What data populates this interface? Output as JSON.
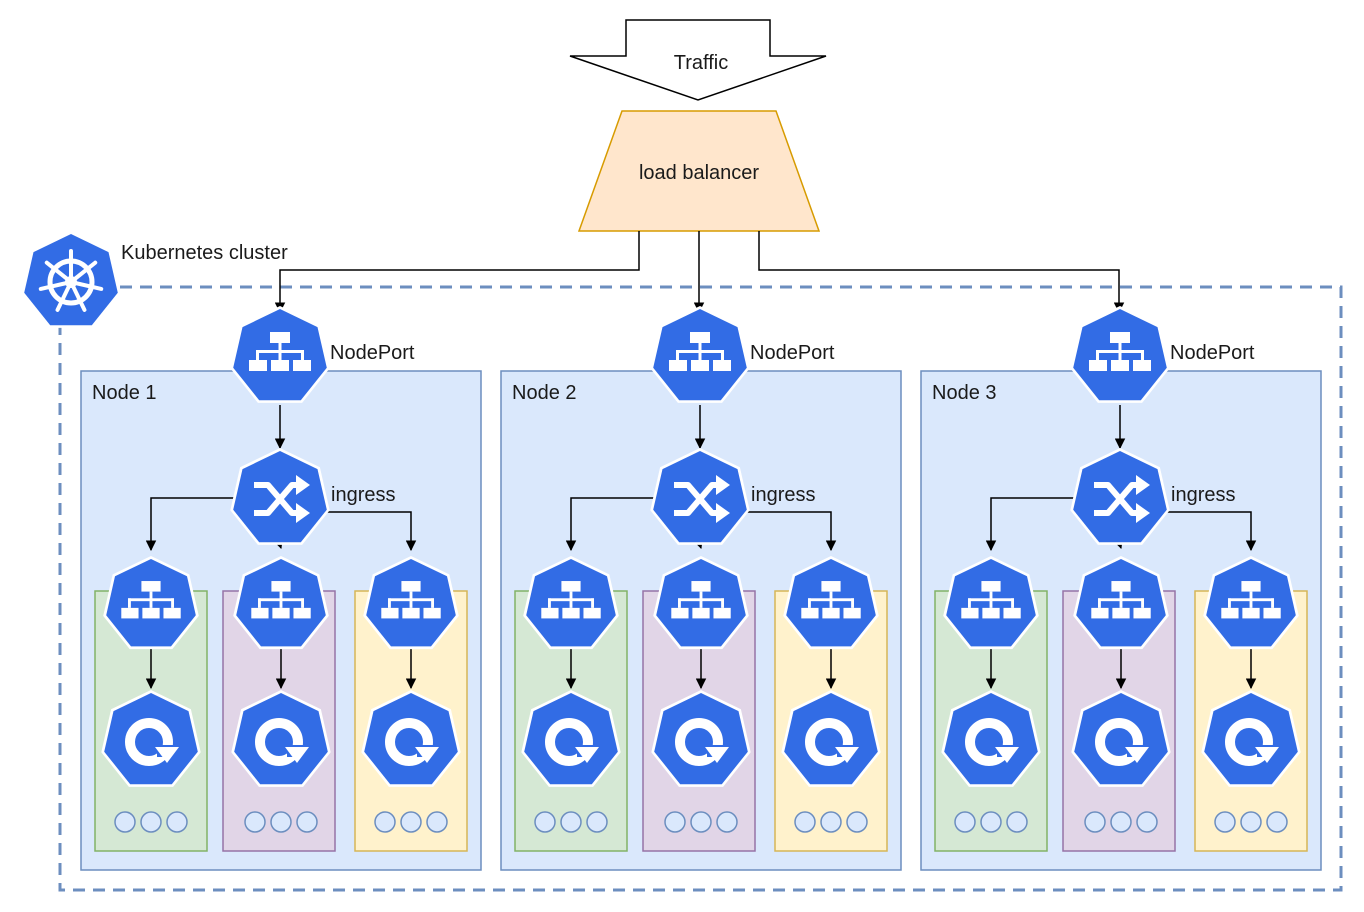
{
  "traffic": {
    "label": "Traffic"
  },
  "load_balancer": {
    "label": "load balancer"
  },
  "cluster": {
    "label": "Kubernetes cluster"
  },
  "nodes": [
    {
      "label": "Node 1",
      "nodeport_label": "NodePort",
      "ingress_label": "ingress"
    },
    {
      "label": "Node 2",
      "nodeport_label": "NodePort",
      "ingress_label": "ingress"
    },
    {
      "label": "Node 3",
      "nodeport_label": "NodePort",
      "ingress_label": "ingress"
    }
  ],
  "colors": {
    "k8s_blue": "#326ce5",
    "cluster_border": "#6c8ebf",
    "node_fill": "#dae8fc",
    "node_border": "#6c8ebf",
    "lb_fill": "#ffe6cc",
    "lb_border": "#d79b00",
    "group_fills": [
      "#d5e8d4",
      "#e1d5e7",
      "#fff2cc"
    ],
    "group_borders": [
      "#82b366",
      "#9673a6",
      "#d6b656"
    ],
    "pod_circle_fill": "#dae8fc",
    "pod_circle_border": "#6c8ebf"
  },
  "icons": {
    "cluster": "helm-wheel-icon",
    "nodeport": "service-icon",
    "ingress": "ingress-shuffle-icon",
    "service": "service-icon",
    "deployment": "deployment-icon",
    "pods": "pod-dots"
  }
}
